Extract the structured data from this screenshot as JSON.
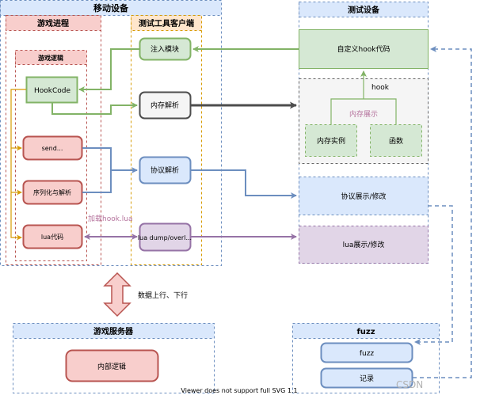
{
  "containers": {
    "mobile": "移动设备",
    "game_process": "游戏进程",
    "game_logic": "游戏逻辑",
    "client": "测试工具客户端",
    "test_device": "测试设备",
    "game_server": "游戏服务器",
    "fuzz_panel": "fuzz"
  },
  "nodes": {
    "hookcode": "HookCode",
    "send": "send...",
    "serialize": "序列化与解析",
    "lua_code": "lua代码",
    "inject": "注入模块",
    "memory_parse": "内存解析",
    "protocol_parse": "协议解析",
    "lua_dump": "lua dump/overl...",
    "custom_hook": "自定义hook代码",
    "hook": "hook",
    "memory_display": "内存展示",
    "memory_instance": "内存实例",
    "functions": "函数",
    "protocol_display": "协议展示/修改",
    "lua_display": "lua展示/修改",
    "server_logic": "内部逻辑",
    "fuzz": "fuzz",
    "record": "记录"
  },
  "labels": {
    "load_hook_lua": "加载hook.lua",
    "data_up_down": "数据上行、下行",
    "svg_note": "Viewer does not support full SVG 1.1",
    "watermark": "CSDN"
  },
  "colors": {
    "green": "#82b366",
    "blue": "#6c8ebf",
    "orange": "#d79b00",
    "purple": "#9673a6",
    "red": "#b85450",
    "dark": "#4d4d4d"
  }
}
